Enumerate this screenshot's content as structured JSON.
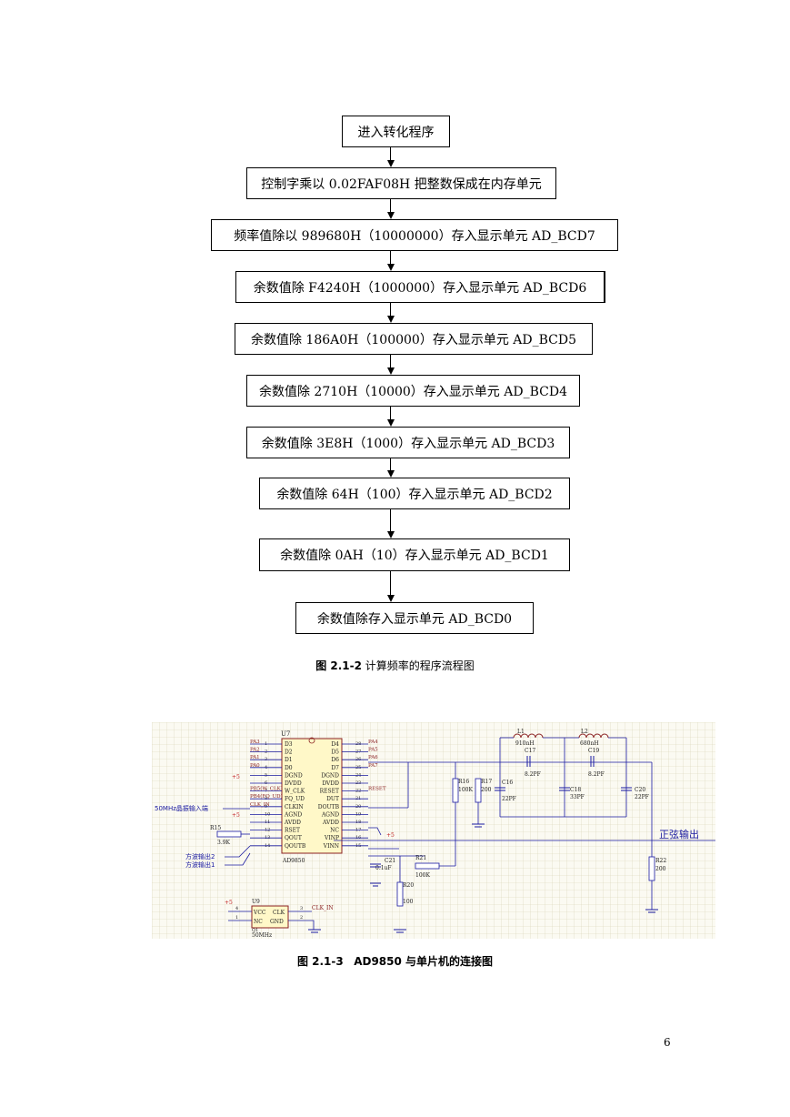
{
  "flowchart": {
    "steps": [
      "进入转化程序",
      "控制字乘以 0.02FAF08H 把整数保成在内存单元",
      "频率值除以 989680H（10000000）存入显示单元 AD_BCD7",
      "余数值除 F4240H（1000000）存入显示单元 AD_BCD6",
      "余数值除 186A0H（100000）存入显示单元 AD_BCD5",
      "余数值除 2710H（10000）存入显示单元 AD_BCD4",
      "余数值除 3E8H（1000）存入显示单元 AD_BCD3",
      "余数值除 64H（100）存入显示单元 AD_BCD2",
      "余数值除 0AH（10）存入显示单元 AD_BCD1",
      "余数值除存入显示单元 AD_BCD0"
    ]
  },
  "captions": {
    "fig1_label": "图 2.1-2",
    "fig1_text": "计算频率的程序流程图",
    "fig2_label": "图 2.1-3",
    "fig2_text": "AD9850 与单片机的连接图"
  },
  "schematic": {
    "chip_ref": "U7",
    "chip_name": "AD9850",
    "left_pins": [
      "D3",
      "D2",
      "D1",
      "D0",
      "DGND",
      "DVDD",
      "W_CLK",
      "FQ_UD",
      "CLKIN",
      "AGND",
      "AVDD",
      "RSET",
      "QOUT",
      "QOUTB"
    ],
    "left_nums": [
      "1",
      "2",
      "3",
      "4",
      "5",
      "6",
      "7",
      "8",
      "9",
      "10",
      "11",
      "12",
      "13",
      "14"
    ],
    "right_pins": [
      "D4",
      "D5",
      "D6",
      "D7",
      "DGND",
      "DVDD",
      "RESET",
      "DUT",
      "DOUTB",
      "AGND",
      "AVDD",
      "NC",
      "VINP",
      "VINN"
    ],
    "right_nums": [
      "28",
      "27",
      "26",
      "25",
      "24",
      "23",
      "22",
      "21",
      "20",
      "19",
      "18",
      "17",
      "16",
      "15"
    ],
    "left_nets": [
      "PA3",
      "PA2",
      "PA1",
      "PA0",
      "",
      "",
      "PB5(W_CLK)",
      "PB4(FQ_UD)",
      "CLK_IN",
      "",
      "",
      "",
      "",
      ""
    ],
    "right_nets": [
      "PA4",
      "PA5",
      "PA6",
      "PA7",
      "",
      "",
      "RESET",
      "",
      "",
      "",
      "",
      "",
      "",
      ""
    ],
    "osc_label": "50MHz晶振输入端",
    "square_out1": "方波输出2",
    "square_out2": "方波输出1",
    "sine_out": "正弦输出",
    "plus5": "+5",
    "r15": "R15",
    "r15_val": "3.9K",
    "r16": "R16",
    "r16_val": "100K",
    "r17": "R17",
    "r17_val": "200",
    "r20": "R20",
    "r20_val": "100",
    "r21": "R21",
    "r21_val": "100K",
    "r22": "R22",
    "r22_val": "200",
    "l1": "L1",
    "l1_val": "910nH",
    "l2": "L2",
    "l2_val": "680nH",
    "c16": "C16",
    "c16_val": "22PF",
    "c17": "C17",
    "c17_val": "8.2PF",
    "c18": "C18",
    "c18_val": "33PF",
    "c19": "C19",
    "c19_val": "8.2PF",
    "c20": "C20",
    "c20_val": "22PF",
    "c21": "C21",
    "c21_val": "0.1uF",
    "u9": "U9",
    "u9_pins_l": [
      "VCC",
      "NC"
    ],
    "u9_pins_r": [
      "CLK",
      "GND"
    ],
    "u9_nums_l": [
      "4",
      "1"
    ],
    "u9_nums_r": [
      "3",
      "2"
    ],
    "u9_freq": "50MHz",
    "u9_net": "CLK_IN",
    "u9_ref": "Q1"
  },
  "page_number": "6"
}
